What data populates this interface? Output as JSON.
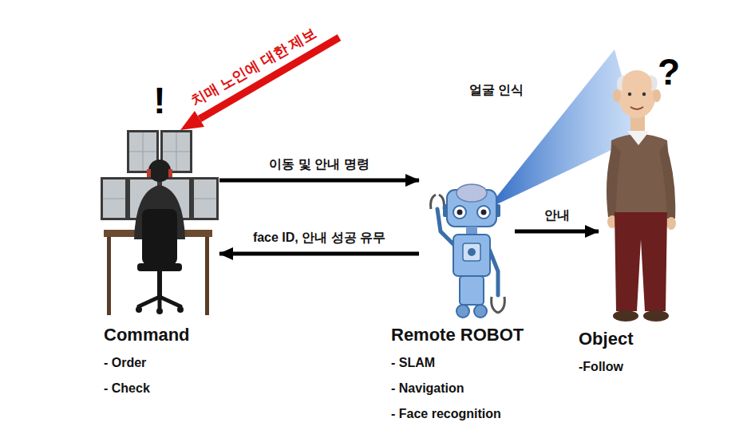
{
  "diagram": {
    "nodes": [
      {
        "text": [
          "Command",
          "- Order",
          "- Check"
        ]
      },
      {
        "text": [
          "Remote ROBOT",
          "- SLAM",
          "- Navigation",
          "- Face recognition"
        ]
      },
      {
        "text": [
          "Object",
          "-Follow"
        ]
      }
    ],
    "edges": [
      {
        "from": 0,
        "to": 1,
        "arrow": "to",
        "label": "이동 및 안내 명령"
      },
      {
        "from": 1,
        "to": 0,
        "arrow": "to",
        "label": "face ID, 안내 성공 유무"
      },
      {
        "from": 1,
        "to": 2,
        "arrow": "to",
        "label": "안내"
      }
    ],
    "labels": [
      "치매 노인에 대한 제보",
      "얼굴 인식",
      "!",
      "?"
    ]
  }
}
